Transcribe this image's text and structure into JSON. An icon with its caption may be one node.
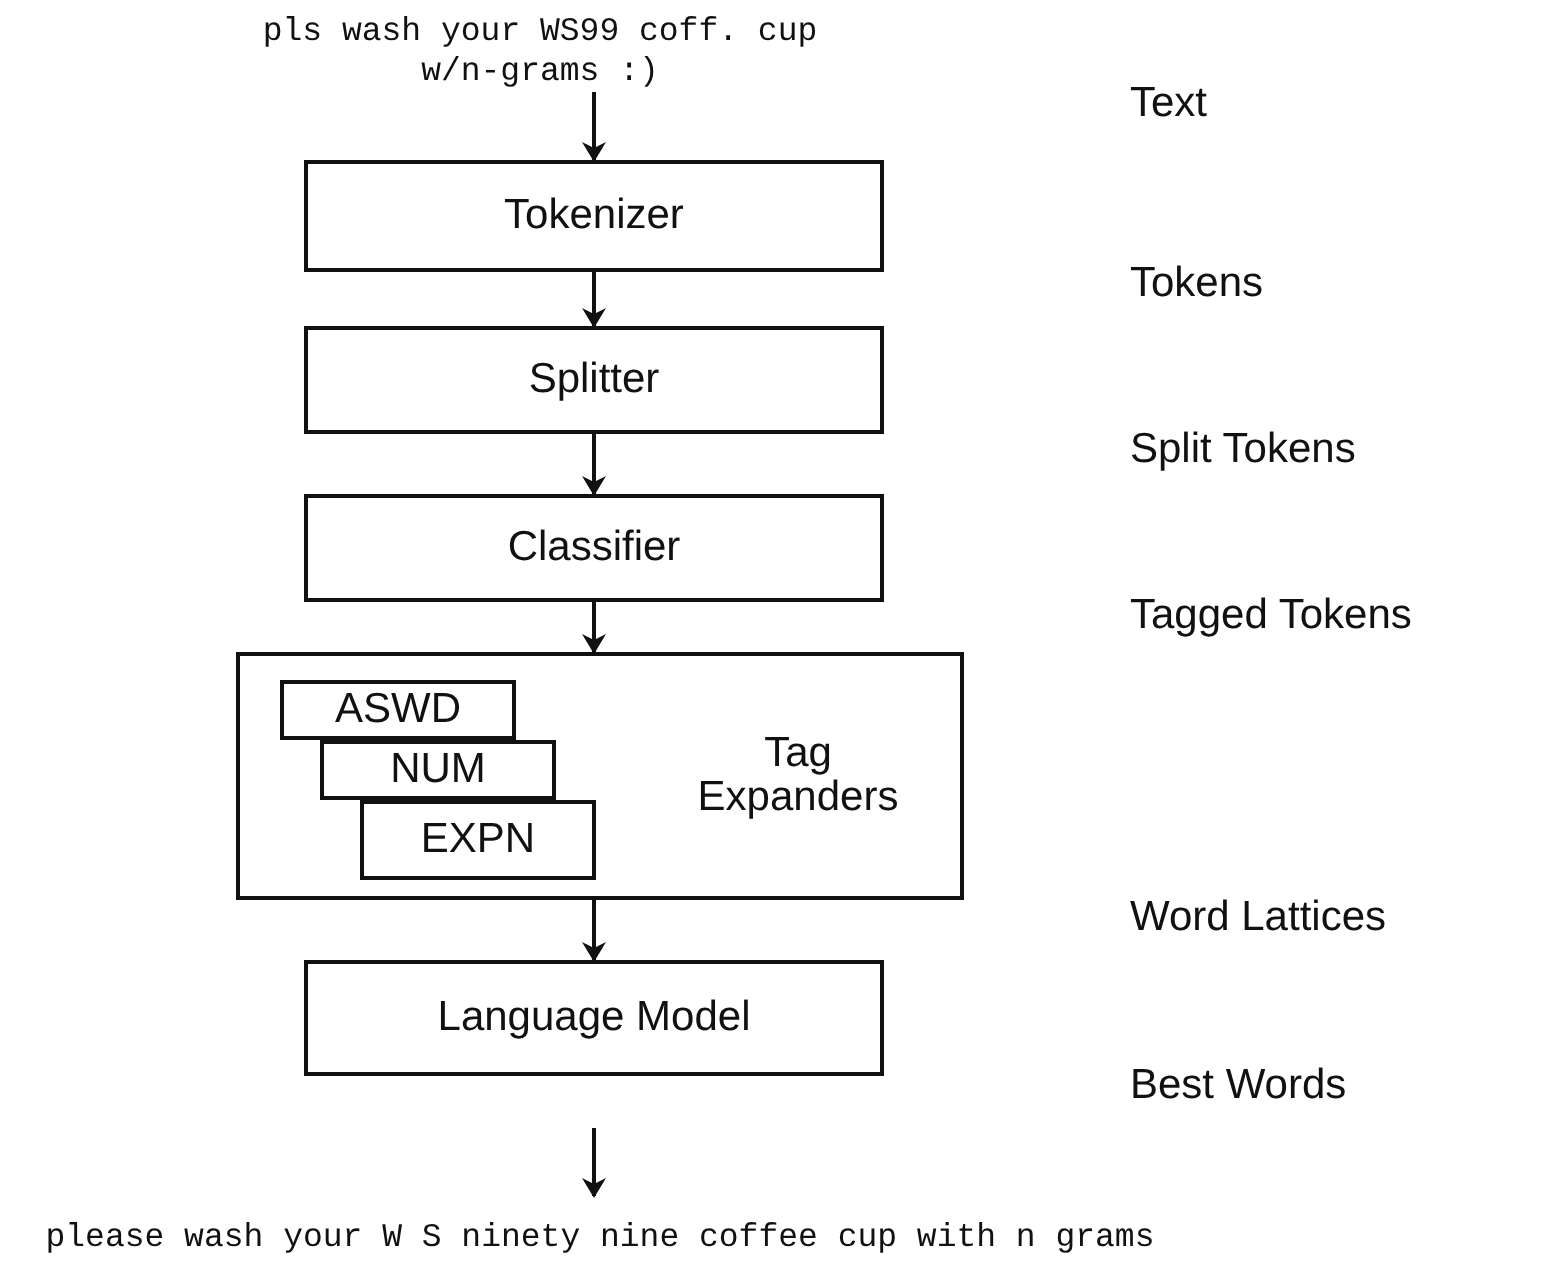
{
  "diagram": {
    "nodes": [
      {
        "text": [
          "pls wash your WS99 coff. cup w/n-grams :)"
        ]
      },
      {
        "text": [
          "Tokenizer"
        ]
      },
      {
        "text": [
          "Splitter"
        ]
      },
      {
        "text": [
          "Classifier"
        ]
      },
      {
        "text": [
          "Tag Expanders"
        ]
      },
      {
        "text": [
          "ASWD"
        ],
        "in": 4
      },
      {
        "text": [
          "NUM"
        ],
        "in": 4
      },
      {
        "text": [
          "EXPN"
        ],
        "in": 4
      },
      {
        "text": [
          "Language Model"
        ]
      },
      {
        "text": [
          "please wash your W S ninety nine coffee cup with n grams"
        ]
      }
    ],
    "edges": [
      {
        "from": 0,
        "to": 1,
        "arrow": "to"
      },
      {
        "from": 1,
        "to": 2,
        "arrow": "to"
      },
      {
        "from": 2,
        "to": 3,
        "arrow": "to"
      },
      {
        "from": 3,
        "to": 4,
        "arrow": "to"
      },
      {
        "from": 4,
        "to": 8,
        "arrow": "to"
      },
      {
        "from": 8,
        "to": 9,
        "arrow": "to"
      }
    ],
    "labels": [
      "Text",
      "Tokens",
      "Split Tokens",
      "Tagged Tokens",
      "Word Lattices",
      "Best Words"
    ]
  }
}
